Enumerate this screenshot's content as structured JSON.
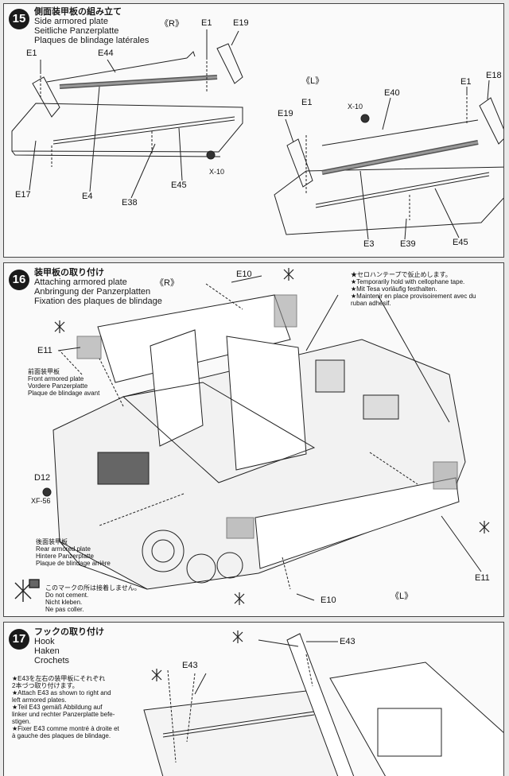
{
  "step15": {
    "number": "15",
    "title_jp": "側面装甲板の組み立て",
    "title_en": "Side armored plate",
    "title_de": "Seitliche Panzerplatte",
    "title_fr": "Plaques de blindage latérales",
    "right_side": "《R》",
    "left_side": "《L》",
    "labels": {
      "e1_a": "E1",
      "e44": "E44",
      "e1_b": "E1",
      "e19_a": "E19",
      "e17": "E17",
      "e4": "E4",
      "e38": "E38",
      "e45_a": "E45",
      "x10_a": "X-10",
      "e19_b": "E19",
      "e1_c": "E1",
      "x10_b": "X-10",
      "e40": "E40",
      "e1_d": "E1",
      "e18": "E18",
      "e3": "E3",
      "e39": "E39",
      "e45_b": "E45"
    }
  },
  "step16": {
    "number": "16",
    "title_jp": "装甲板の取り付け",
    "title_en": "Attaching armored plate",
    "title_de": "Anbringung der Panzerplatten",
    "title_fr": "Fixation des plaques de blindage",
    "right_side": "《R》",
    "left_side": "《L》",
    "tape_note": [
      "★セロハンテープで仮止めします。",
      "★Temporarily hold with cellophane tape.",
      "★Mit Tesa vorläufig festhalten.",
      "★Maintenir en place provisoirement avec du",
      "ruban adhésif."
    ],
    "front_plate": [
      "前面装甲板",
      "Front armored plate",
      "Vordere Panzerplatte",
      "Plaque de blindage avant"
    ],
    "rear_plate": [
      "後面装甲板",
      "Rear armored plate",
      "Hintere Panzerplatte",
      "Plaque de blindage arrière"
    ],
    "no_cement": [
      "このマークの所は接着しません。",
      "Do not cement.",
      "Nicht kleben.",
      "Ne pas coller."
    ],
    "labels": {
      "e10_a": "E10",
      "e11_a": "E11",
      "d12": "D12",
      "xf56": "XF-56",
      "e11_b": "E11",
      "e10_b": "E10"
    }
  },
  "step17": {
    "number": "17",
    "title_jp": "フックの取り付け",
    "title_en": "Hook",
    "title_de": "Haken",
    "title_fr": "Crochets",
    "note": [
      "★E43を左右の装甲板にそれぞれ",
      "2本づつ取り付けます。",
      "★Attach E43 as shown to right and",
      "left armored plates.",
      "★Teil E43 gemäß Abbildung auf",
      "linker und rechter Panzerplatte befe-",
      "stigen.",
      "★Fixer E43 comme montré à droite et",
      "à gauche des plaques de blindage."
    ],
    "labels": {
      "e43_a": "E43",
      "e43_b": "E43"
    }
  }
}
